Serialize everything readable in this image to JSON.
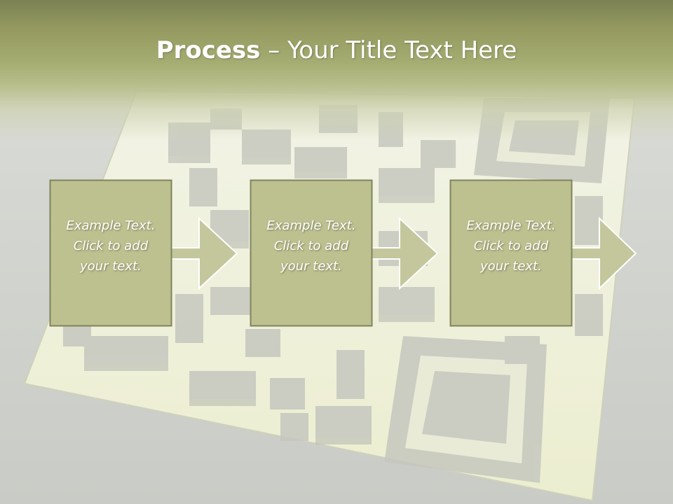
{
  "title": {
    "bold": "Process",
    "rest": " – Your Title Text Here"
  },
  "steps": [
    {
      "lines": [
        "Example Text.",
        "Click  to add",
        "your text."
      ]
    },
    {
      "lines": [
        "Example Text.",
        "Click  to add",
        "your text."
      ]
    },
    {
      "lines": [
        "Example Text.",
        "Click  to add",
        "your text."
      ]
    }
  ],
  "colors": {
    "title_band": "#a6ad72",
    "box_fill": "#bdc08f",
    "box_border": "#80845c",
    "arrow_fill": "#c4c79c",
    "title_text": "#ffffff"
  }
}
